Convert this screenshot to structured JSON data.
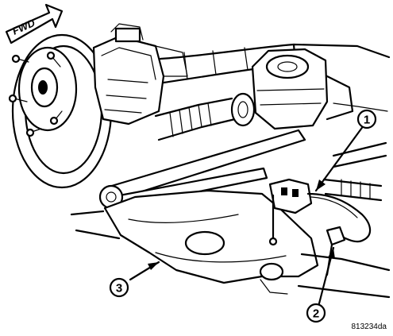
{
  "fwd_label": "FWD",
  "callouts": [
    {
      "number": "1"
    },
    {
      "number": "2"
    },
    {
      "number": "3"
    }
  ],
  "figure_id": "813234da"
}
